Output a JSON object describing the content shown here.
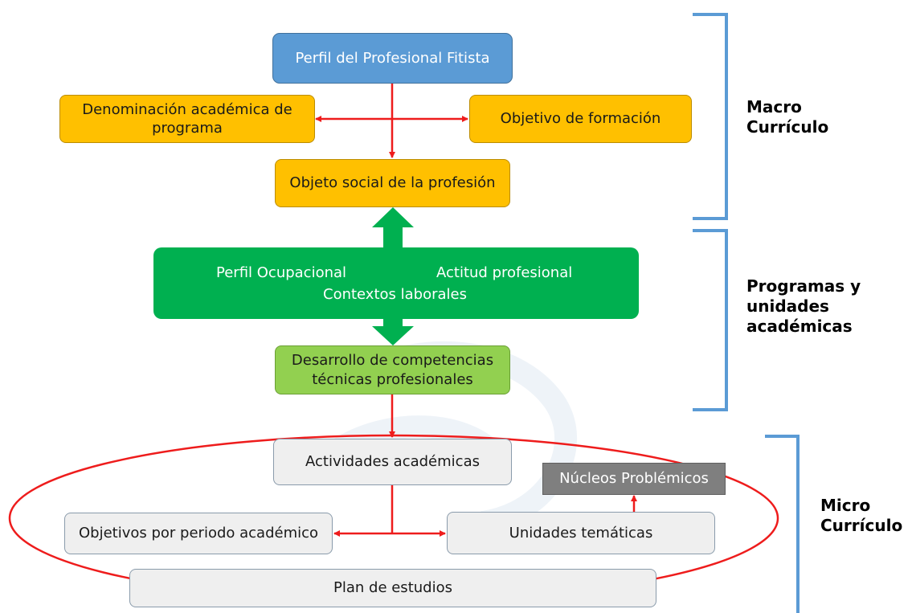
{
  "boxes": {
    "perfil_profesional": "Perfil del Profesional Fitista",
    "denominacion": "Denominación académica de programa",
    "objetivo_formacion": "Objetivo de formación",
    "objeto_social": "Objeto social de la profesión",
    "perfil_ocupacional": "Perfil Ocupacional",
    "actitud_profesional": "Actitud profesional",
    "contextos_laborales": "Contextos laborales",
    "desarrollo_competencias": "Desarrollo de competencias técnicas profesionales",
    "actividades_academicas": "Actividades académicas",
    "nucleos_problemicos": "Núcleos Problémicos",
    "objetivos_periodo": "Objetivos por periodo académico",
    "unidades_tematicas": "Unidades temáticas",
    "plan_estudios": "Plan de estudios"
  },
  "levels": {
    "macro": "Macro\nCurrículo",
    "programas": "Programas y\nunidades\nacadémicas",
    "micro": "Micro\nCurrículo"
  },
  "colors": {
    "blue_box": "#5b9bd5",
    "orange_box": "#ffc000",
    "green_band": "#00b050",
    "light_green_box": "#92d050",
    "gray_box": "#efefef",
    "dark_gray_box": "#7f7f7f",
    "red_connector": "#ee1c1c",
    "green_arrow": "#00b050",
    "bracket": "#5b9bd5"
  }
}
